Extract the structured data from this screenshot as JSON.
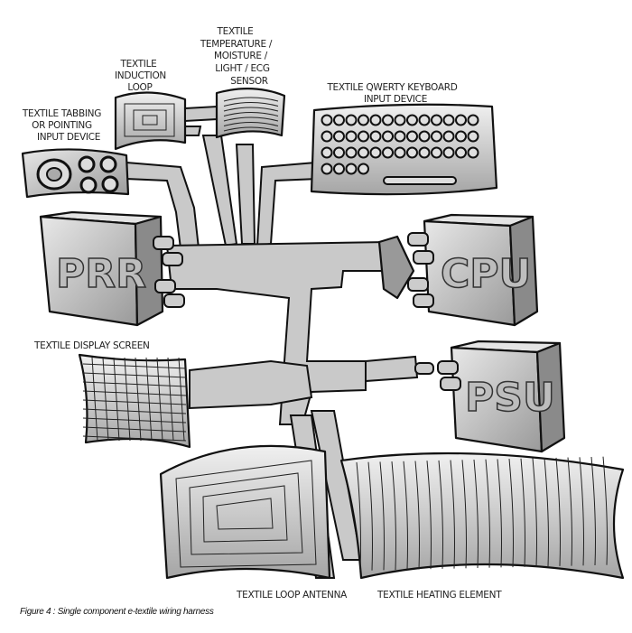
{
  "labels": {
    "tabbing": [
      "TEXTILE TABBING",
      "OR POINTING",
      "INPUT DEVICE"
    ],
    "induction": [
      "TEXTILE",
      "INDUCTION",
      "LOOP"
    ],
    "sensor": [
      "TEXTILE",
      "TEMPERATURE /",
      "MOISTURE /",
      "LIGHT / ECG",
      "SENSOR"
    ],
    "keyboard": [
      "TEXTILE QWERTY KEYBOARD",
      "INPUT DEVICE"
    ],
    "display": "TEXTILE DISPLAY SCREEN",
    "antenna": "TEXTILE LOOP ANTENNA",
    "heating": "TEXTILE HEATING ELEMENT"
  },
  "boxes": {
    "prr": "PRR",
    "cpu": "CPU",
    "psu": "PSU"
  },
  "caption": "Figure 4 : Single component e-textile wiring harness",
  "colors": {
    "fill": "#c9c9c9",
    "stroke": "#111111"
  }
}
